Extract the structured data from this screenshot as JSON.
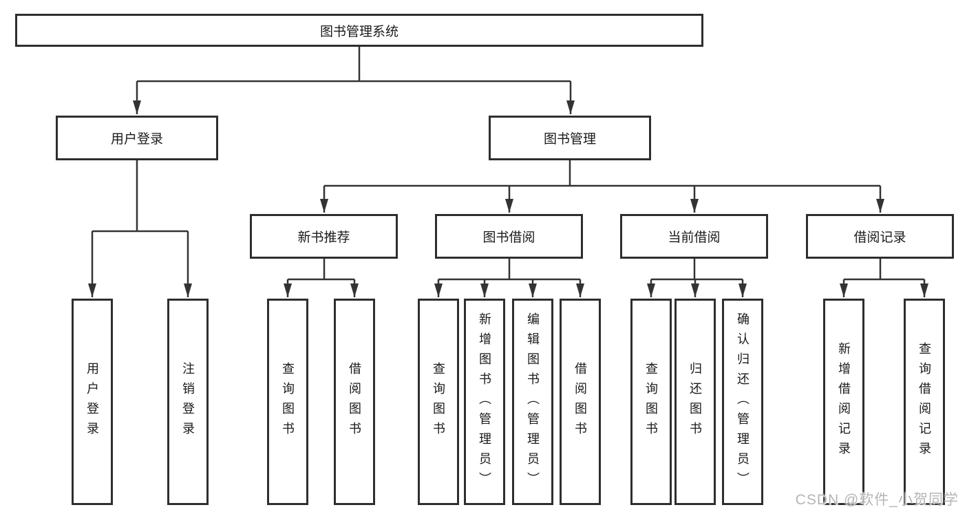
{
  "colors": {
    "line": "#333333",
    "box_border": "#2e2e2e",
    "text": "#1a1a1a",
    "watermark": "#b5b5b5",
    "background": "#ffffff"
  },
  "watermark": "CSDN @软件_小贺同学",
  "tree": {
    "root": {
      "label": "图书管理系统"
    },
    "children": [
      {
        "label": "用户登录",
        "children": [
          {
            "label": "用户登录"
          },
          {
            "label": "注销登录"
          }
        ]
      },
      {
        "label": "图书管理",
        "children": [
          {
            "label": "新书推荐",
            "children": [
              {
                "label": "查询图书"
              },
              {
                "label": "借阅图书"
              }
            ]
          },
          {
            "label": "图书借阅",
            "children": [
              {
                "label": "查询图书"
              },
              {
                "label": "新增图书（管理员）"
              },
              {
                "label": "编辑图书（管理员）"
              },
              {
                "label": "借阅图书"
              }
            ]
          },
          {
            "label": "当前借阅",
            "children": [
              {
                "label": "查询图书"
              },
              {
                "label": "归还图书"
              },
              {
                "label": "确认归还（管理员）"
              }
            ]
          },
          {
            "label": "借阅记录",
            "children": [
              {
                "label": "新增借阅记录"
              },
              {
                "label": "查询借阅记录"
              }
            ]
          }
        ]
      }
    ]
  }
}
